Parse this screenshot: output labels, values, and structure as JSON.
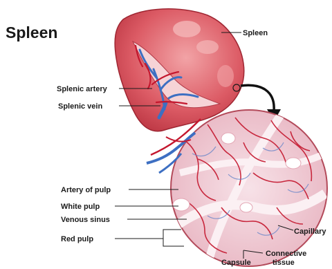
{
  "title": "Spleen",
  "labels": {
    "spleen": "Spleen",
    "splenic_artery": "Splenic artery",
    "splenic_vein": "Splenic vein",
    "artery_of_pulp": "Artery of pulp",
    "white_pulp": "White pulp",
    "venous_sinus": "Venous sinus",
    "red_pulp": "Red pulp",
    "capillary": "Capillary",
    "connective_tissue_line1": "Connective",
    "connective_tissue_line2": "tissue",
    "capsule": "Capsule"
  },
  "colors": {
    "organ": "#d9535e",
    "organ_light": "#ee9a9d",
    "artery": "#c4172e",
    "vein": "#3d6fc2",
    "pulp_bg": "#f3d6df",
    "text": "#1a1a1a"
  }
}
